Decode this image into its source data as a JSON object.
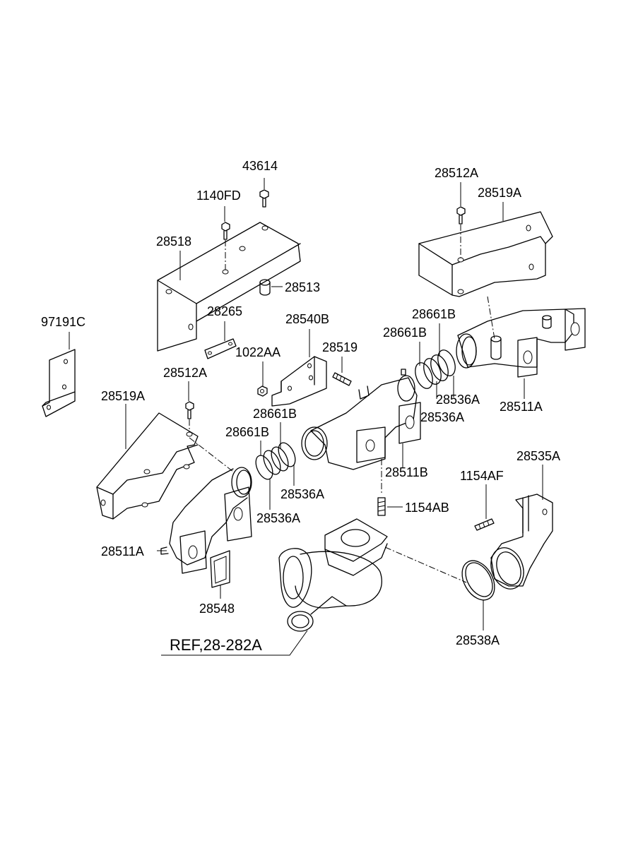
{
  "labels": {
    "p43614": "43614",
    "p1140FD": "1140FD",
    "p28518": "28518",
    "p28513": "28513",
    "p97191C": "97191C",
    "p28265": "28265",
    "p28540B": "28540B",
    "p1022AA": "1022AA",
    "p28519": "28519",
    "p28512A_top": "28512A",
    "p28519A_top": "28519A",
    "p28661B_1": "28661B",
    "p28661B_2": "28661B",
    "p28536A_1": "28536A",
    "p28536A_2": "28536A",
    "p28511A_right": "28511A",
    "p28512A_left": "28512A",
    "p28519A_left": "28519A",
    "p28661B_3": "28661B",
    "p28661B_4": "28661B",
    "p28536A_3": "28536A",
    "p28536A_4": "28536A",
    "p28511B": "28511B",
    "p1154AF": "1154AF",
    "p28535A": "28535A",
    "p1154AB": "1154AB",
    "p28511A_left": "28511A",
    "p28548": "28548",
    "p28538A": "28538A",
    "ref": "REF,28-282A"
  }
}
